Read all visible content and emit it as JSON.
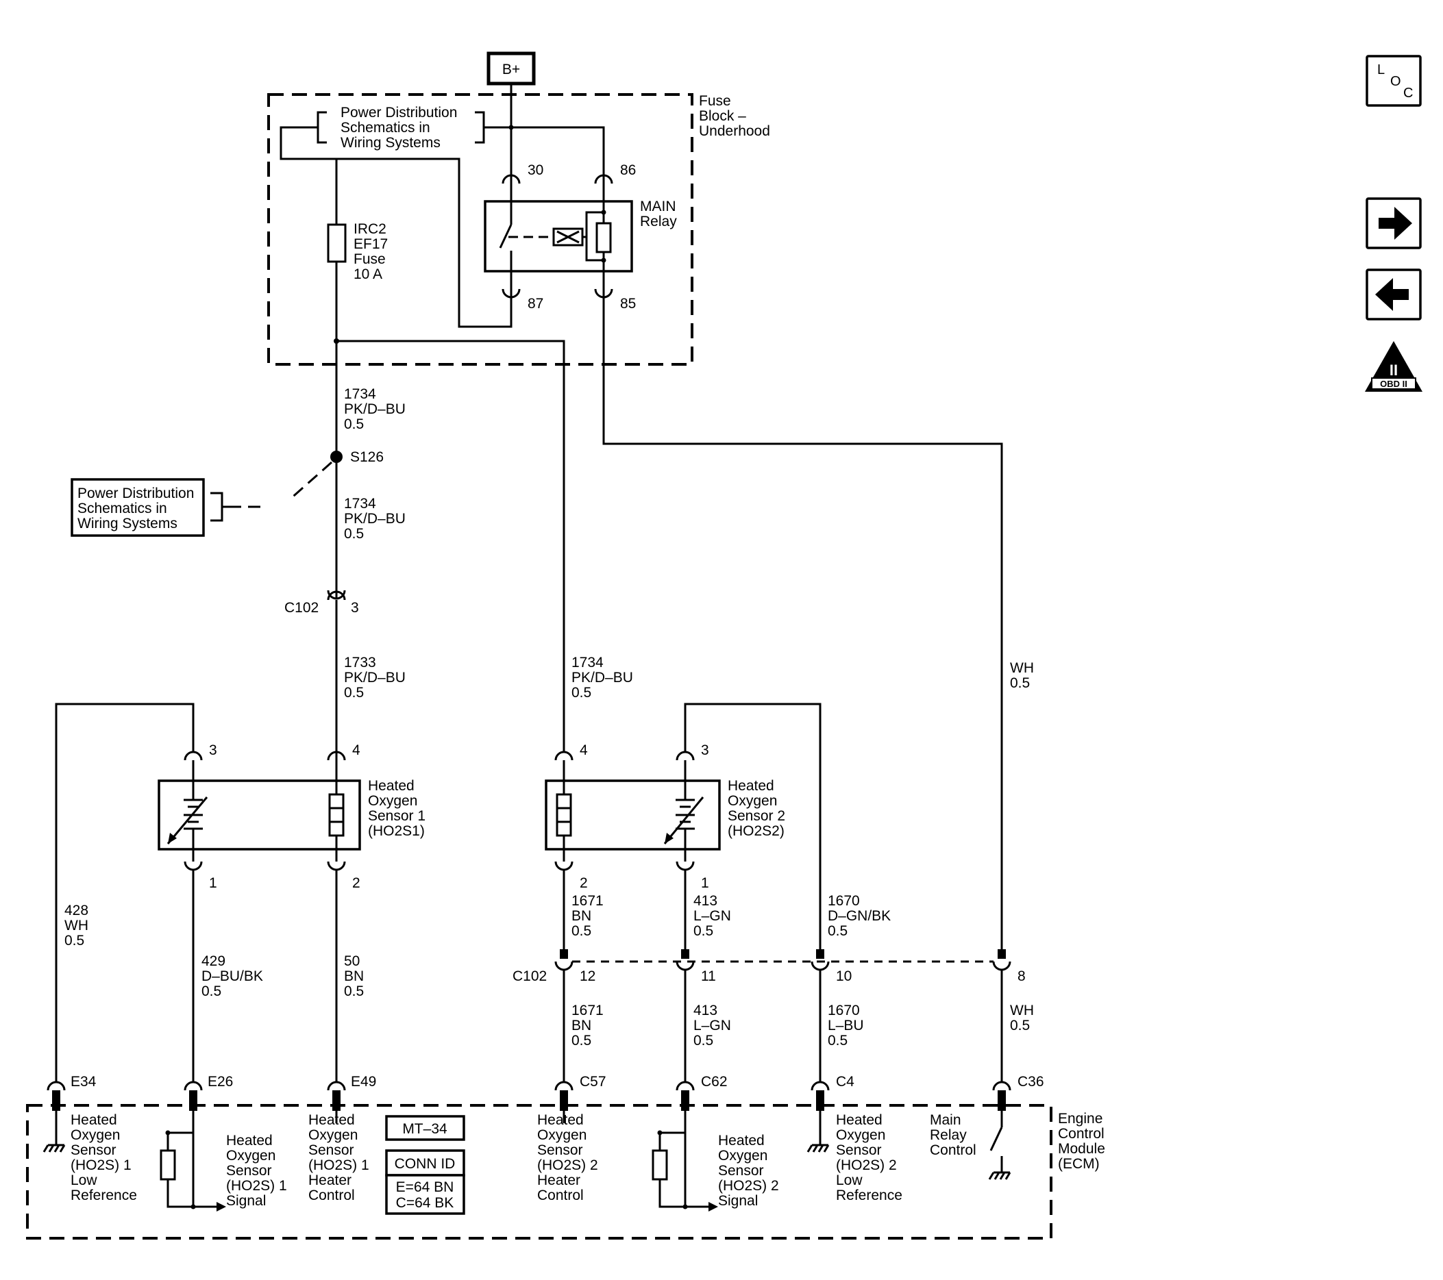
{
  "top": {
    "bplus": "B+",
    "fuse_block": [
      "Fuse",
      "Block –",
      "Underhood"
    ],
    "power_dist_ref": [
      "Power Distribution",
      "Schematics in",
      "Wiring Systems"
    ],
    "fuse": [
      "IRC2",
      "EF17",
      "Fuse",
      "10 A"
    ],
    "relay": {
      "label": [
        "MAIN",
        "Relay"
      ],
      "pins": [
        "30",
        "86",
        "87",
        "85"
      ]
    }
  },
  "side_ref": [
    "Power Distribution",
    "Schematics in",
    "Wiring Systems"
  ],
  "splice": "S126",
  "wires": {
    "w1734_a": [
      "1734",
      "PK/D–BU",
      "0.5"
    ],
    "w1734_b": [
      "1734",
      "PK/D–BU",
      "0.5"
    ],
    "w1733": [
      "1733",
      "PK/D–BU",
      "0.5"
    ],
    "w1734_c": [
      "1734",
      "PK/D–BU",
      "0.5"
    ],
    "wh_upper": [
      "WH",
      "0.5"
    ],
    "w428": [
      "428",
      "WH",
      "0.5"
    ],
    "w429": [
      "429",
      "D–BU/BK",
      "0.5"
    ],
    "w50": [
      "50",
      "BN",
      "0.5"
    ],
    "w1671_a": [
      "1671",
      "BN",
      "0.5"
    ],
    "w413_a": [
      "413",
      "L–GN",
      "0.5"
    ],
    "w1670_a": [
      "1670",
      "D–GN/BK",
      "0.5"
    ],
    "w1671_b": [
      "1671",
      "BN",
      "0.5"
    ],
    "w413_b": [
      "413",
      "L–GN",
      "0.5"
    ],
    "w1670_b": [
      "1670",
      "L–BU",
      "0.5"
    ],
    "wh_lower": [
      "WH",
      "0.5"
    ]
  },
  "connectors": {
    "c102_top": {
      "name": "C102",
      "pin": "3"
    },
    "c102_bottom": {
      "name": "C102",
      "pins": [
        "12",
        "11",
        "10",
        "8"
      ]
    }
  },
  "sensor1": {
    "label": [
      "Heated",
      "Oxygen",
      "Sensor 1",
      "(HO2S1)"
    ],
    "pins": [
      "3",
      "4",
      "1",
      "2"
    ]
  },
  "sensor2": {
    "label": [
      "Heated",
      "Oxygen",
      "Sensor 2",
      "(HO2S2)"
    ],
    "pins": [
      "4",
      "3",
      "2",
      "1"
    ]
  },
  "ecm": {
    "label": [
      "Engine",
      "Control",
      "Module",
      "(ECM)"
    ],
    "pins": [
      "E34",
      "E26",
      "E49",
      "C57",
      "C62",
      "C4",
      "C36"
    ],
    "functions": {
      "s1_low": [
        "Heated",
        "Oxygen",
        "Sensor",
        "(HO2S) 1",
        "Low",
        "Reference"
      ],
      "s1_signal": [
        "Heated",
        "Oxygen",
        "Sensor",
        "(HO2S) 1",
        "Signal"
      ],
      "s1_heater": [
        "Heated",
        "Oxygen",
        "Sensor",
        "(HO2S) 1",
        "Heater",
        "Control"
      ],
      "s2_heater": [
        "Heated",
        "Oxygen",
        "Sensor",
        "(HO2S) 2",
        "Heater",
        "Control"
      ],
      "s2_signal": [
        "Heated",
        "Oxygen",
        "Sensor",
        "(HO2S) 2",
        "Signal"
      ],
      "s2_low": [
        "Heated",
        "Oxygen",
        "Sensor",
        "(HO2S) 2",
        "Low",
        "Reference"
      ],
      "main_relay": [
        "Main",
        "Relay",
        "Control"
      ]
    },
    "mt": "MT–34",
    "conn_id": {
      "title": "CONN ID",
      "lines": [
        "E=64 BN",
        "C=64 BK"
      ]
    }
  },
  "nav": {
    "loc": [
      "L",
      "O",
      "C"
    ],
    "obd": "OBD II",
    "obd_mark": "II"
  }
}
